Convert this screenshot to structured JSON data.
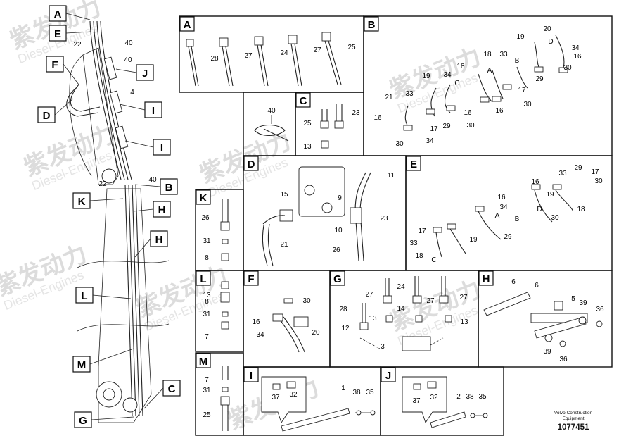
{
  "watermark": {
    "brand": "紫发动力",
    "sub": "Diesel-Engines"
  },
  "overview": {
    "tags": [
      "A",
      "E",
      "F",
      "D",
      "J",
      "I",
      "I",
      "B",
      "K",
      "H",
      "H",
      "L",
      "M",
      "C",
      "G"
    ],
    "numbers": [
      "22",
      "40",
      "40",
      "4",
      "22",
      "40"
    ]
  },
  "panels": {
    "A": {
      "letter": "A",
      "parts": [
        "28",
        "27",
        "24",
        "27",
        "25"
      ]
    },
    "B": {
      "letter": "B",
      "parts": [
        "20",
        "19",
        "D",
        "34",
        "16",
        "30",
        "18",
        "33",
        "B",
        "17",
        "29",
        "19",
        "34",
        "18",
        "A",
        "C",
        "21",
        "33",
        "16",
        "30",
        "34",
        "17",
        "16",
        "30",
        "29",
        "16",
        "30"
      ]
    },
    "C": {
      "letter": "C",
      "parts": [
        "23",
        "25",
        "13"
      ]
    },
    "clip": {
      "parts": [
        "40"
      ]
    },
    "D": {
      "letter": "D",
      "parts": [
        "11",
        "15",
        "9",
        "23",
        "10",
        "21",
        "26"
      ]
    },
    "E": {
      "letter": "E",
      "parts": [
        "29",
        "17",
        "33",
        "30",
        "16",
        "19",
        "D",
        "18",
        "B",
        "30",
        "16",
        "34",
        "A",
        "29",
        "17",
        "33",
        "18",
        "19",
        "C"
      ]
    },
    "K": {
      "letter": "K",
      "parts": [
        "26",
        "31",
        "8"
      ]
    },
    "L": {
      "letter": "L",
      "parts": [
        "8",
        "13",
        "31",
        "7"
      ]
    },
    "M": {
      "letter": "M",
      "parts": [
        "7",
        "31",
        "25"
      ]
    },
    "F": {
      "letter": "F",
      "parts": [
        "30",
        "16",
        "34",
        "20"
      ]
    },
    "G": {
      "letter": "G",
      "parts": [
        "24",
        "27",
        "27",
        "27",
        "28",
        "14",
        "13",
        "12",
        "13",
        "3"
      ]
    },
    "H": {
      "letter": "H",
      "parts": [
        "6",
        "6",
        "5",
        "39",
        "36",
        "39",
        "36"
      ]
    },
    "I": {
      "letter": "I",
      "parts": [
        "37",
        "32",
        "1",
        "38",
        "35"
      ]
    },
    "J": {
      "letter": "J",
      "parts": [
        "37",
        "32",
        "2",
        "38",
        "35"
      ]
    }
  },
  "footer": {
    "line1": "Volvo Construction",
    "line2": "Equipment",
    "number": "1077451"
  }
}
